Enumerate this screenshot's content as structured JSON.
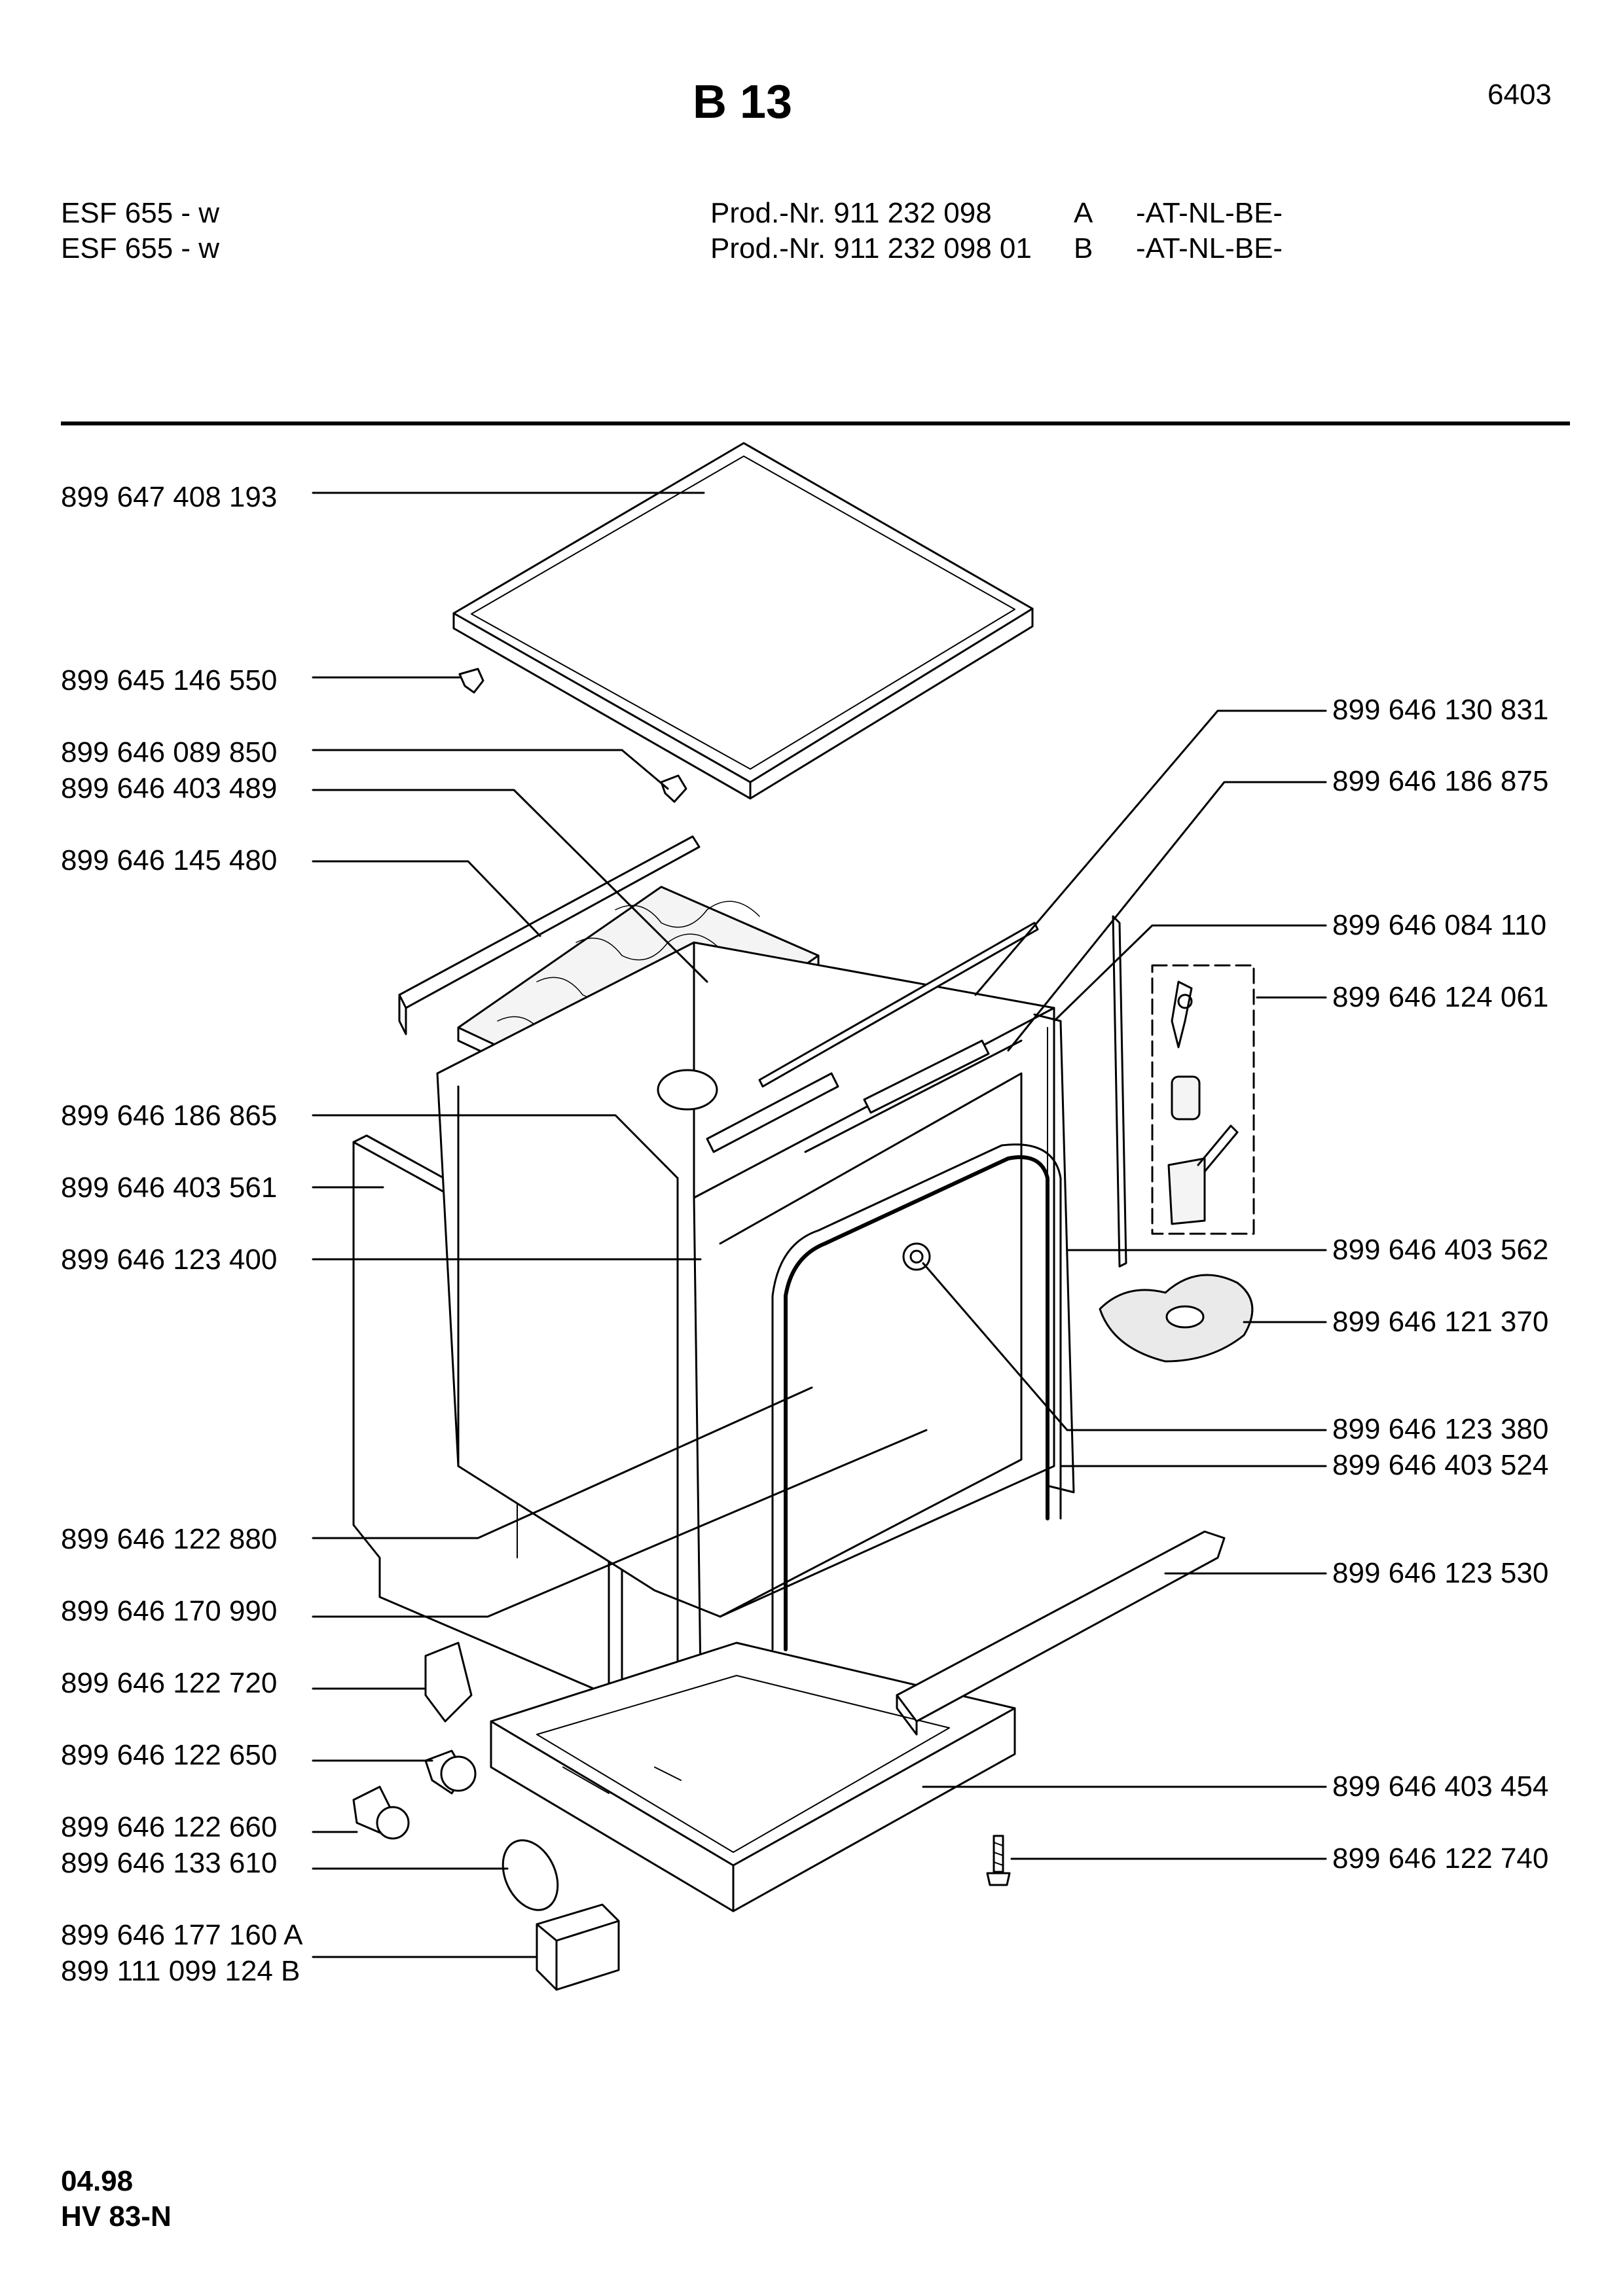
{
  "header": {
    "title": "B 13",
    "page_number": "6403",
    "models": [
      {
        "model": "ESF 655 - w",
        "prod_nr": "Prod.-Nr. 911 232 098",
        "variant": "A",
        "countries": "-AT-NL-BE-"
      },
      {
        "model": "ESF 655 - w",
        "prod_nr": "Prod.-Nr. 911 232 098 01",
        "variant": "B",
        "countries": "-AT-NL-BE-"
      }
    ]
  },
  "parts_left": [
    "899 647 408 193",
    "899 645 146 550",
    "899 646 089 850",
    "899 646 403 489",
    "899 646 145 480",
    "899 646 186 865",
    "899 646 403 561",
    "899 646 123 400",
    "899 646 122 880",
    "899 646 170 990",
    "899 646 122 720",
    "899 646 122 650",
    "899 646 122 660",
    "899 646 133 610",
    "899 646 177 160 A",
    "899 111 099 124 B"
  ],
  "parts_right": [
    "899 646 130 831",
    "899 646 186 875",
    "899 646 084 110",
    "899 646 124 061",
    "899 646 403 562",
    "899 646 121 370",
    "899 646 123 380",
    "899 646 403 524",
    "899 646 123 530",
    "899 646 403 454",
    "899 646 122 740"
  ],
  "footer": {
    "date": "04.98",
    "code": "HV 83-N"
  }
}
